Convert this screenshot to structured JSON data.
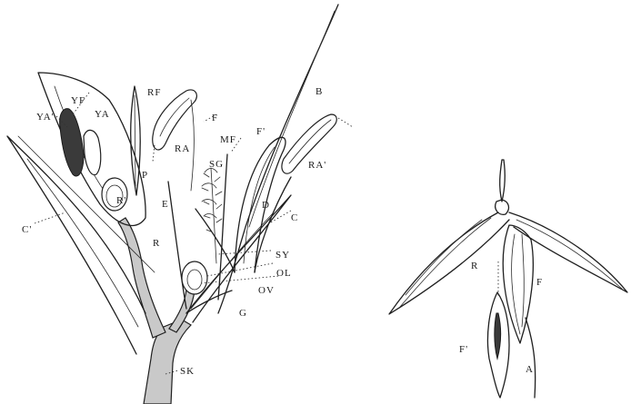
{
  "figure": {
    "left_labels": {
      "YF": "YF",
      "YA": "YA",
      "YA_prime": "YA'",
      "RF": "RF",
      "F": "F",
      "RA": "RA",
      "MF": "MF",
      "F_prime": "F'",
      "B": "B",
      "P": "P",
      "SG": "SG",
      "RA_prime": "RA'",
      "R_prime": "R'",
      "E": "E",
      "D": "D",
      "C_prime": "C'",
      "C": "C",
      "R": "R",
      "SY": "SY",
      "OL": "OL",
      "OV": "OV",
      "G": "G",
      "SK": "SK"
    },
    "right_labels": {
      "R": "R",
      "F": "F",
      "F_prime": "F'",
      "A": "A"
    }
  }
}
